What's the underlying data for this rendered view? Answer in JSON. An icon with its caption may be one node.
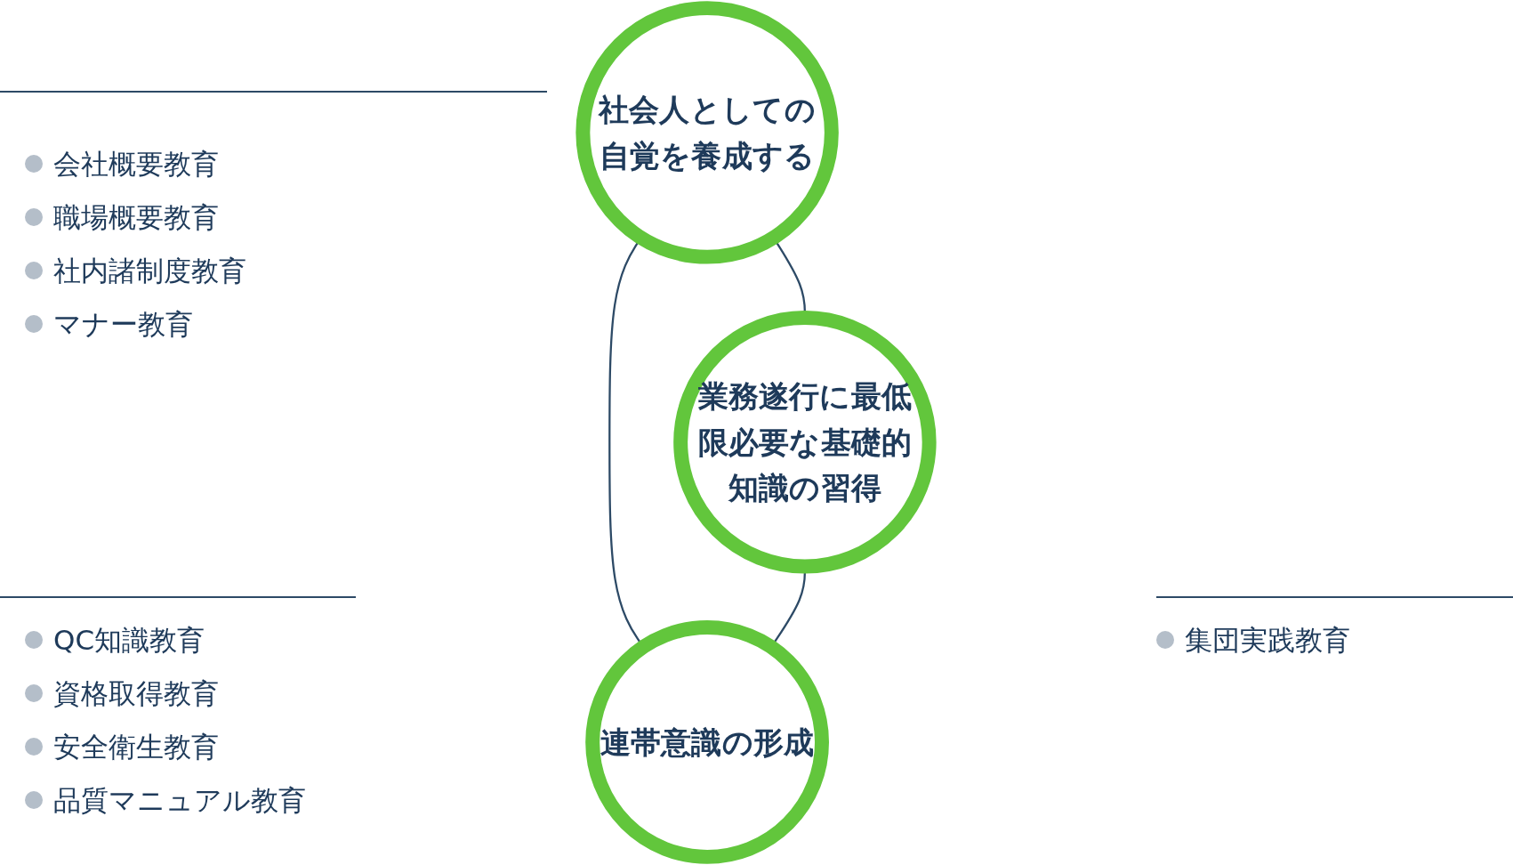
{
  "diagram": {
    "nodes": [
      {
        "text": [
          "社会人としての自覚を養成する"
        ]
      },
      {
        "text": [
          "業務遂行に最低限必要な基礎的知識の習得"
        ]
      },
      {
        "text": [
          "連帯意識の形成"
        ]
      }
    ],
    "edges": [
      {
        "from": 0,
        "to": 1,
        "arrow": "none"
      },
      {
        "from": 0,
        "to": 2,
        "arrow": "none"
      },
      {
        "from": 1,
        "to": 2,
        "arrow": "none"
      }
    ],
    "labels": [
      "会社概要教育",
      "職場概要教育",
      "社内諸制度教育",
      "マナー教育",
      "QC知識教育",
      "資格取得教育",
      "安全衛生教育",
      "品質マニュアル教育",
      "集団実践教育"
    ]
  }
}
